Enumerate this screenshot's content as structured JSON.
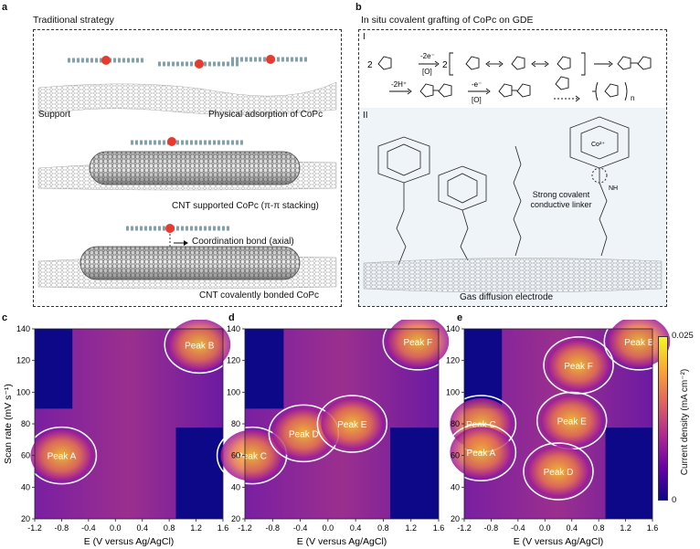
{
  "panel_a": {
    "letter": "a",
    "title": "Traditional strategy",
    "captions": {
      "support": "Support",
      "physical": "Physical adsorption of CoPc",
      "pi_stacking": "CNT supported CoPc (π-π stacking)",
      "coordination": "Coordination bond (axial)",
      "covalent": "CNT covalently bonded CoPc"
    }
  },
  "panel_b": {
    "letter": "b",
    "title": "In situ covalent grafting of CoPc on GDE",
    "section_1": "I",
    "section_2": "II",
    "reaction_row1": {
      "coef": "2",
      "cond_top": "-2e⁻",
      "cond_bot": "[O]",
      "coef2": "2"
    },
    "reaction_row2": {
      "cond1": "-2H⁺",
      "cond2_top": "-e⁻",
      "cond2_bot": "[O]",
      "polymer": "n"
    },
    "annotations": {
      "linker": "Strong covalent conductive linker",
      "gde": "Gas diffusion electrode",
      "co_label": "Co²⁺",
      "nh_label": "NH"
    }
  },
  "heatmaps": {
    "y_axis_label": "Scan rate (mV s⁻¹)",
    "x_axis_label": "E (V versus Ag/AgCl)",
    "colorbar": {
      "label": "Current density (mA cm⁻²)",
      "max": "0.025",
      "min": "0"
    },
    "colors": {
      "low": "#0d0887",
      "mid": "#9c179e",
      "high": "#fcce25",
      "contour": "#ffffff"
    }
  },
  "chart_data": [
    {
      "type": "heatmap",
      "panel": "c",
      "xlabel": "E (V versus Ag/AgCl)",
      "ylabel": "Scan rate (mV s⁻¹)",
      "xlim": [
        -1.2,
        1.6
      ],
      "ylim": [
        20,
        140
      ],
      "x_ticks": [
        "-1.2",
        "-0.8",
        "-0.4",
        "0.0",
        "0.4",
        "0.8",
        "1.2",
        "1.6"
      ],
      "y_ticks": [
        "20",
        "40",
        "60",
        "80",
        "100",
        "120",
        "140"
      ],
      "peaks": [
        {
          "label": "Peak A",
          "x": -0.8,
          "y": 60
        },
        {
          "label": "Peak B",
          "x": 1.25,
          "y": 130
        }
      ]
    },
    {
      "type": "heatmap",
      "panel": "d",
      "xlabel": "E (V versus Ag/AgCl)",
      "xlim": [
        -1.2,
        1.6
      ],
      "ylim": [
        20,
        140
      ],
      "x_ticks": [
        "-1.2",
        "-0.8",
        "-0.4",
        "0.0",
        "0.4",
        "0.8",
        "1.2",
        "1.6"
      ],
      "y_ticks": [
        "20",
        "40",
        "60",
        "80",
        "100",
        "120",
        "140"
      ],
      "peaks": [
        {
          "label": "Peak F",
          "x": 1.3,
          "y": 132
        },
        {
          "label": "Peak C",
          "x": -1.1,
          "y": 60
        },
        {
          "label": "Peak D",
          "x": -0.35,
          "y": 74
        },
        {
          "label": "Peak E",
          "x": 0.35,
          "y": 80
        }
      ]
    },
    {
      "type": "heatmap",
      "panel": "e",
      "xlabel": "E (V versus Ag/AgCl)",
      "xlim": [
        -1.2,
        1.6
      ],
      "ylim": [
        20,
        140
      ],
      "x_ticks": [
        "-1.2",
        "-0.8",
        "-0.4",
        "0.0",
        "0.4",
        "0.8",
        "1.2",
        "1.6"
      ],
      "y_ticks": [
        "20",
        "40",
        "60",
        "80",
        "100",
        "120",
        "140"
      ],
      "peaks": [
        {
          "label": "Peak B",
          "x": 1.4,
          "y": 132
        },
        {
          "label": "Peak F",
          "x": 0.5,
          "y": 117
        },
        {
          "label": "Peak C",
          "x": -0.95,
          "y": 80
        },
        {
          "label": "Peak A",
          "x": -0.95,
          "y": 62
        },
        {
          "label": "Peak E",
          "x": 0.4,
          "y": 82
        },
        {
          "label": "Peak D",
          "x": 0.2,
          "y": 50
        }
      ]
    }
  ]
}
